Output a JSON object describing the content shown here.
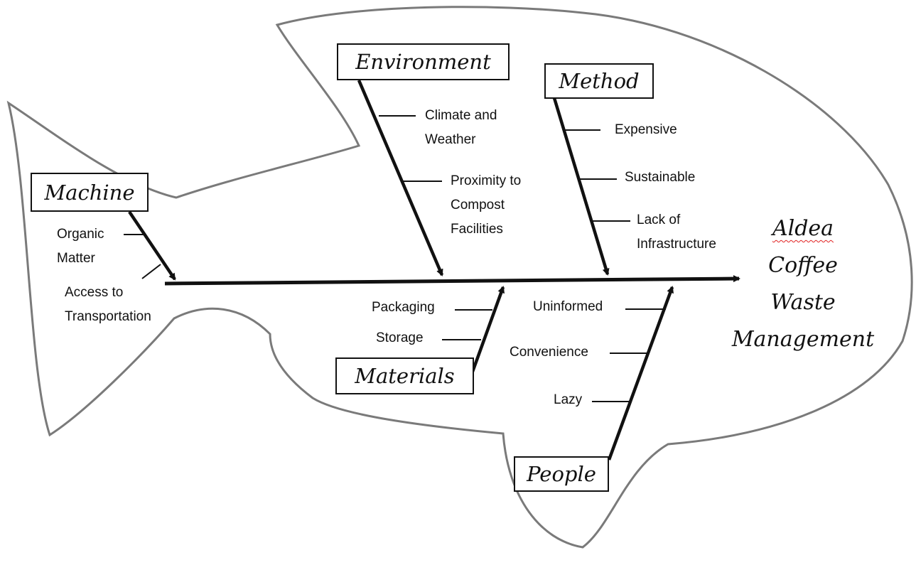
{
  "diagram": {
    "effect": {
      "lines": [
        "Aldea",
        "Coffee",
        "Waste",
        "Management"
      ]
    },
    "categories": {
      "environment": {
        "label": "Environment",
        "causes": [
          "Climate and\nWeather",
          "Proximity to\nCompost\nFacilities"
        ]
      },
      "method": {
        "label": "Method",
        "causes": [
          "Expensive",
          "Sustainable",
          "Lack of\nInfrastructure"
        ]
      },
      "machine": {
        "label": "Machine",
        "causes": [
          "Organic\nMatter",
          "Access to\nTransportation"
        ]
      },
      "materials": {
        "label": "Materials",
        "causes": [
          "Packaging",
          "Storage"
        ]
      },
      "people": {
        "label": "People",
        "causes": [
          "Uninformed",
          "Convenience",
          "Lazy"
        ]
      }
    },
    "colors": {
      "outline": "#7a7a7a",
      "line": "#111111",
      "spellcheck": "#e02020"
    }
  }
}
